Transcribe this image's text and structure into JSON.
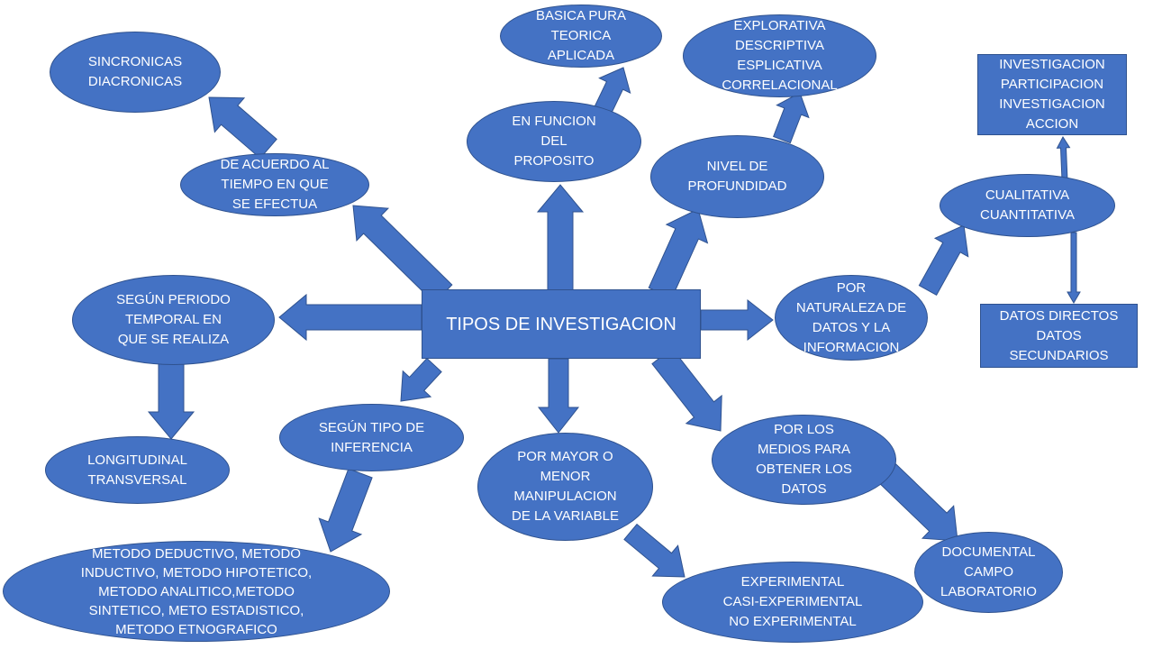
{
  "colors": {
    "fill": "#4472C4",
    "border": "#2F528F",
    "text": "#FFFFFF"
  },
  "center": "TIPOS DE INVESTIGACION",
  "nodes": {
    "sincronicas": "SINCRONICAS\nDIACRONICAS",
    "tiempo": "DE ACUERDO AL\nTIEMPO EN QUE\nSE EFECTUA",
    "periodo": "SEGÚN PERIODO\nTEMPORAL EN\nQUE SE REALIZA",
    "longitudinal": "LONGITUDINAL\nTRANSVERSAL",
    "inferencia": "SEGÚN TIPO DE\nINFERENCIA",
    "metodos": "METODO DEDUCTIVO, METODO\nINDUCTIVO, METODO HIPOTETICO,\nMETODO ANALITICO,METODO\nSINTETICO, METO ESTADISTICO,\nMETODO ETNOGRAFICO",
    "manipulacion": "POR MAYOR O\nMENOR\nMANIPULACION\nDE LA VARIABLE",
    "experimental": "EXPERIMENTAL\nCASI-EXPERIMENTAL\nNO EXPERIMENTAL",
    "medios": "POR LOS\nMEDIOS PARA\nOBTENER LOS\nDATOS",
    "documental": "DOCUMENTAL\nCAMPO\nLABORATORIO",
    "naturaleza": "POR\nNATURALEZA DE\nDATOS Y LA\nINFORMACION",
    "cualitativa": "CUALITATIVA\nCUANTITATIVA",
    "participacion": "INVESTIGACION\nPARTICIPACION\nINVESTIGACION\nACCION",
    "datos": "DATOS DIRECTOS\nDATOS\nSECUNDARIOS",
    "profundidad": "NIVEL DE\nPROFUNDIDAD",
    "explorativa": "EXPLORATIVA\nDESCRIPTIVA\nESPLICATIVA\nCORRELACIONAL",
    "proposito": "EN FUNCION\nDEL\nPROPOSITO",
    "basica": "BASICA PURA\nTEORICA\nAPLICADA"
  }
}
